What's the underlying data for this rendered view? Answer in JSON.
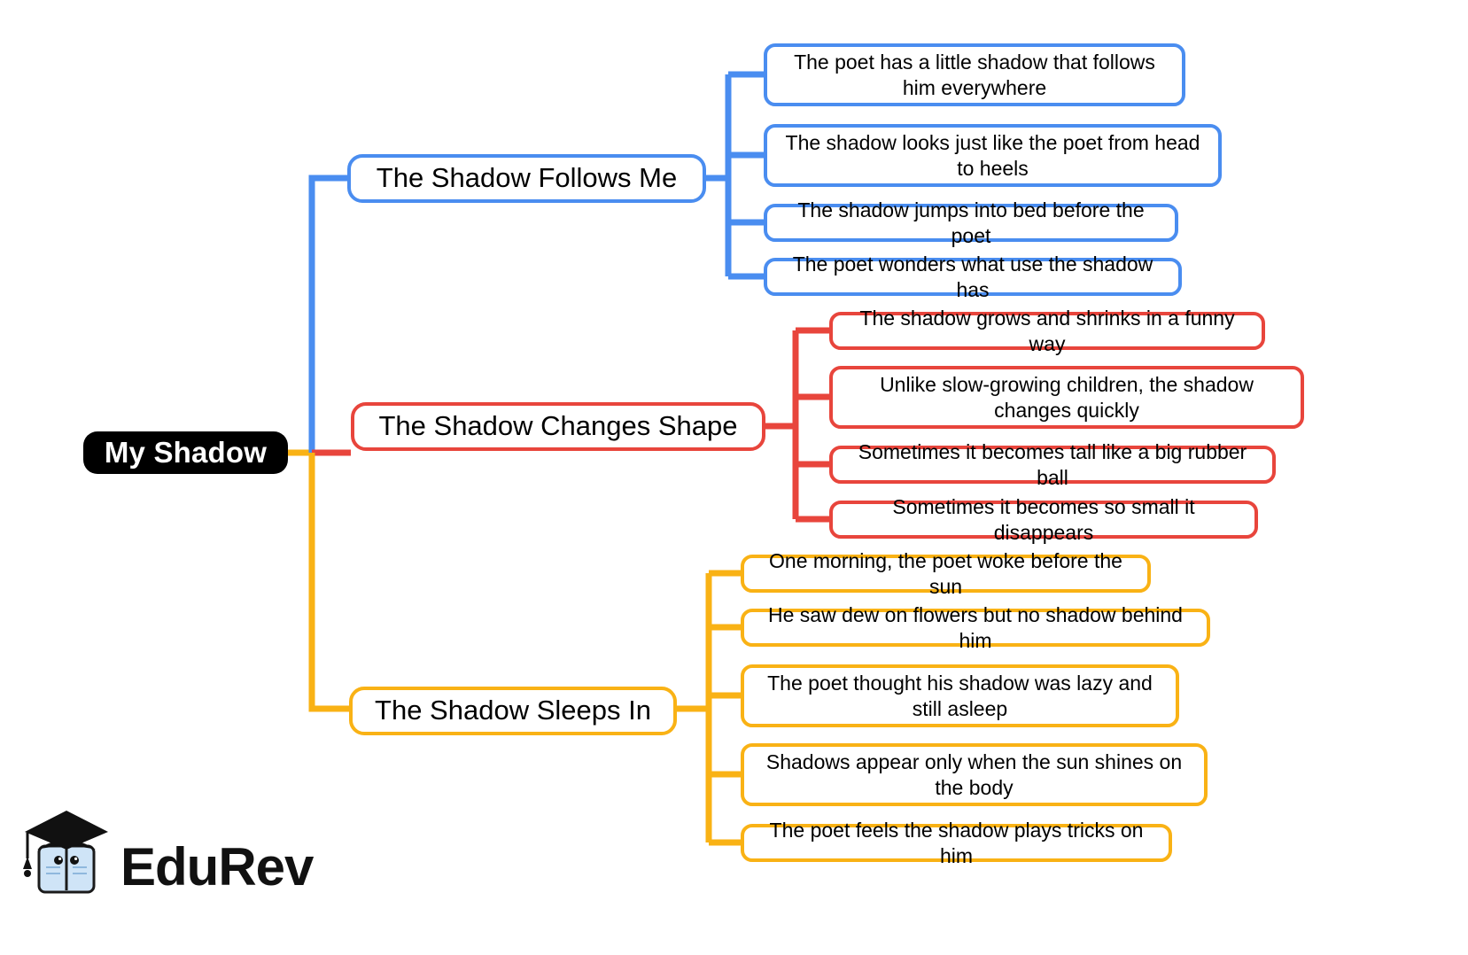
{
  "document": {
    "type": "mind-map",
    "title": "My Shadow",
    "background_color": "#ffffff"
  },
  "root": {
    "label": "My Shadow",
    "fill_color": "#000000",
    "text_color": "#ffffff"
  },
  "branches": [
    {
      "label": "The Shadow Follows Me",
      "color": "#4a8df0",
      "color_name": "blue",
      "children": [
        {
          "label": "The poet has a little shadow that follows him everywhere"
        },
        {
          "label": "The shadow looks just like the poet from head to heels"
        },
        {
          "label": "The shadow jumps into bed before the poet"
        },
        {
          "label": "The poet wonders what use the shadow has"
        }
      ]
    },
    {
      "label": "The Shadow Changes Shape",
      "color": "#e8453c",
      "color_name": "red",
      "children": [
        {
          "label": "The shadow grows and shrinks in a funny way"
        },
        {
          "label": "Unlike slow-growing children, the shadow changes quickly"
        },
        {
          "label": "Sometimes it becomes tall like a big rubber ball"
        },
        {
          "label": "Sometimes it becomes so small it disappears"
        }
      ]
    },
    {
      "label": "The Shadow Sleeps In",
      "color": "#f9b215",
      "color_name": "yellow",
      "children": [
        {
          "label": "One morning, the poet woke before the sun"
        },
        {
          "label": "He saw dew on flowers but no shadow behind him"
        },
        {
          "label": "The poet thought his shadow was lazy and still asleep"
        },
        {
          "label": "Shadows appear only when the sun shines on the body"
        },
        {
          "label": "The poet feels the shadow plays tricks on him"
        }
      ]
    }
  ],
  "logo": {
    "wordmark": "EduRev",
    "icon": "graduation-cap-book-icon",
    "cap_color": "#000000",
    "book_color": "#cfe4f7"
  }
}
